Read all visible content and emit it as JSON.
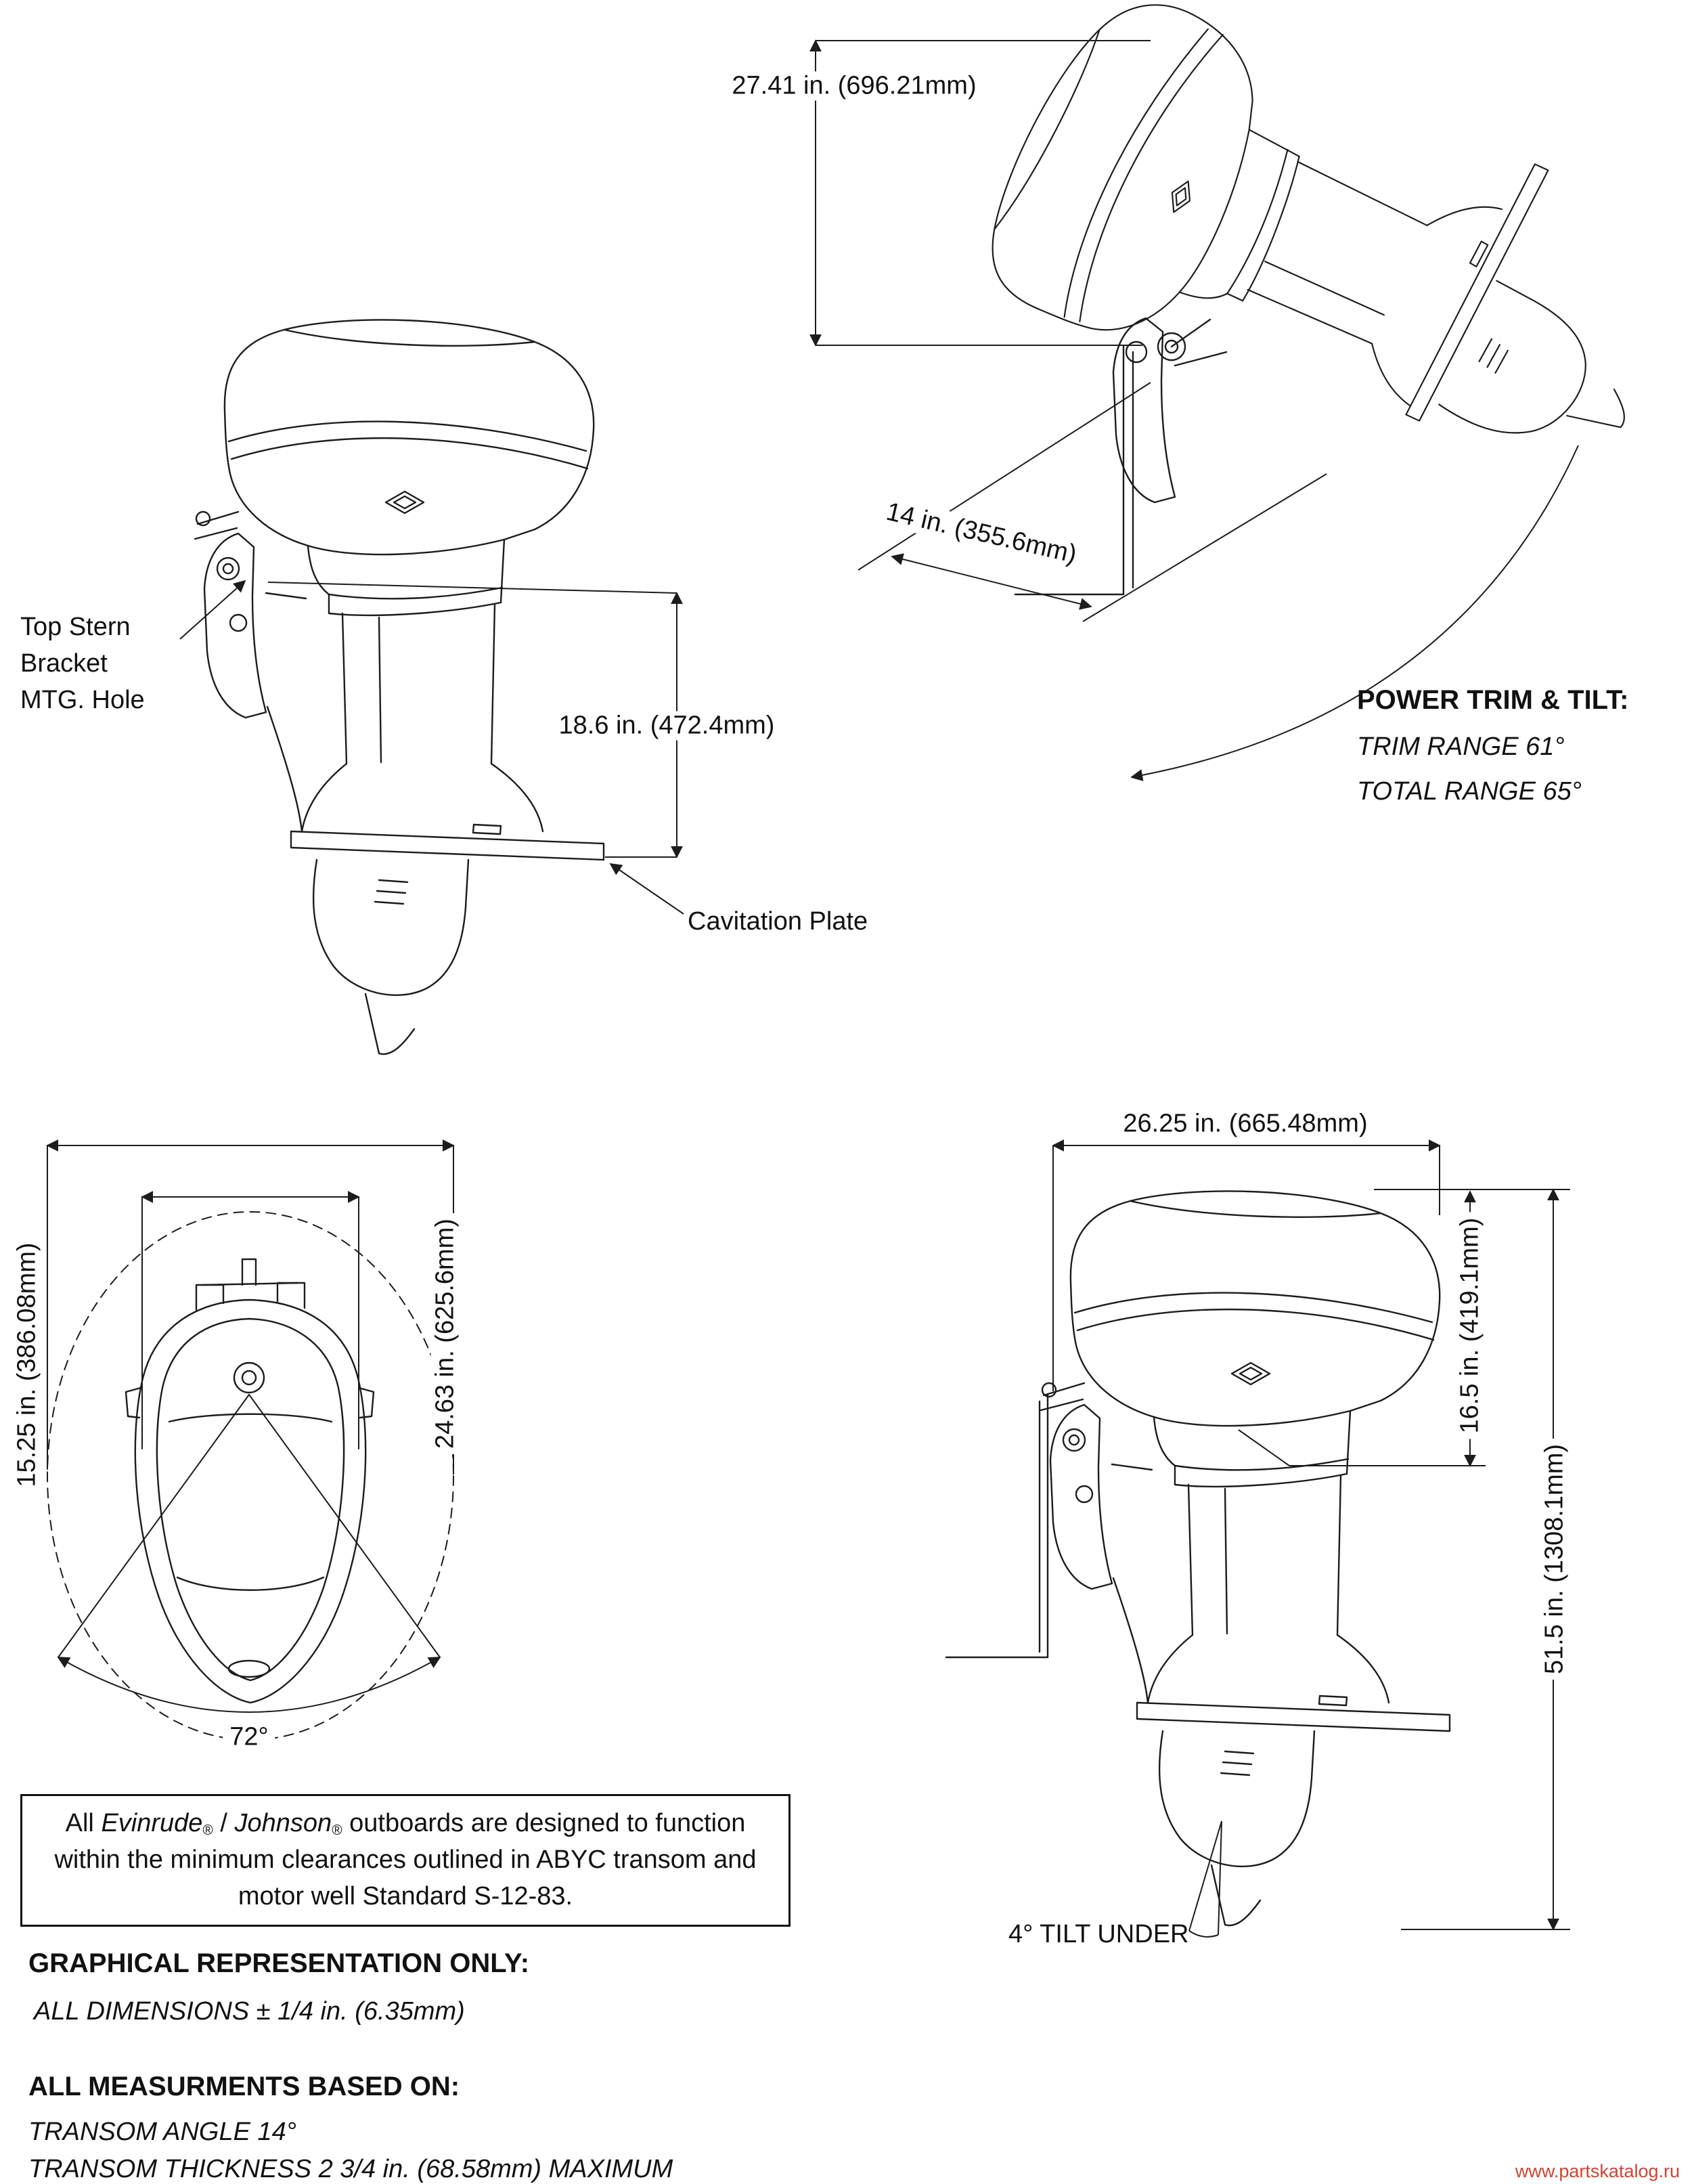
{
  "page": {
    "background": "#ffffff",
    "line_color": "#1c1c1c",
    "text_color": "#111111",
    "watermark_color": "#cc4433"
  },
  "tilt_view": {
    "height_dim": "27.41 in. (696.21mm)",
    "clearance_dim": "14 in. (355.6mm)",
    "power_trim_title": "POWER TRIM & TILT:",
    "trim_range": "TRIM RANGE 61°",
    "total_range": "TOTAL RANGE 65°"
  },
  "side_view": {
    "bracket_label": "Top Stern\nBracket\nMTG. Hole",
    "height_dim": "18.6 in. (472.4mm)",
    "cavitation_label": "Cavitation Plate"
  },
  "top_view": {
    "width_dim": "15.25 in. (386.08mm)",
    "length_dim": "24.63 in. (625.6mm)",
    "steering_angle": "72°"
  },
  "transom_view": {
    "length_dim": "26.25 in. (665.48mm)",
    "mount_height_dim": "16.5 in. (419.1mm)",
    "overall_height_dim": "51.5 in. (1308.1mm)",
    "tilt_label": "4° TILT UNDER"
  },
  "notes": {
    "clearance_part1": "All ",
    "brand1": "Evinrude",
    "reg1": "®",
    "clearance_part2": " / ",
    "brand2": "Johnson",
    "reg2": "®",
    "clearance_part3": " outboards are designed to function within the minimum clearances outlined in ABYC transom and motor well Standard S-12-83.",
    "graphical_title": "GRAPHICAL REPRESENTATION ONLY:",
    "dimensions_note": "ALL DIMENSIONS ± 1/4 in. (6.35mm)",
    "measurements_title": "ALL MEASURMENTS BASED ON:",
    "transom_angle": "TRANSOM ANGLE 14°",
    "transom_thickness": "TRANSOM THICKNESS 2 3/4 in. (68.58mm) MAXIMUM"
  },
  "watermark": "www.partskatalog.ru"
}
